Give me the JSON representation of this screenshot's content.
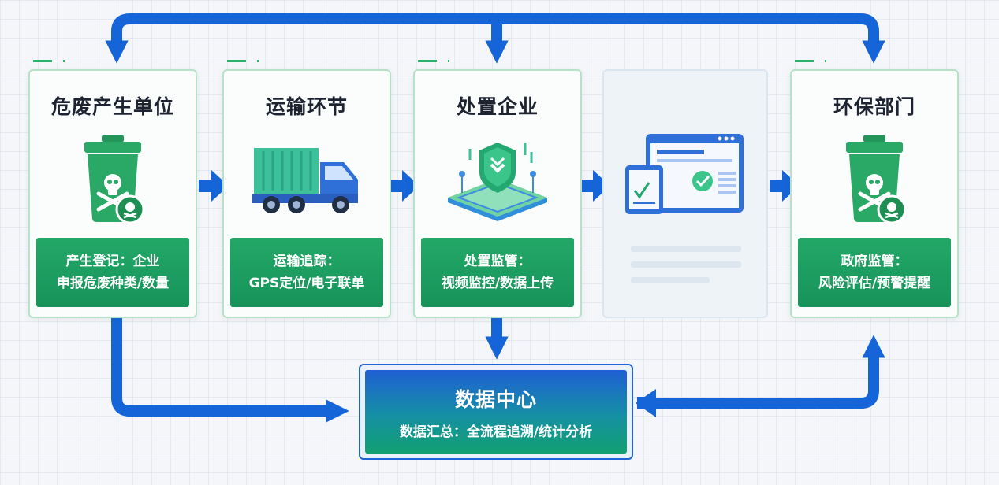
{
  "nodes": {
    "producer": {
      "title": "危废产生单位",
      "line1": "产生登记：企业",
      "line2": "申报危废种类/数量",
      "icon": "hazardous-waste-bin-icon"
    },
    "transport": {
      "title": "运输环节",
      "line1": "运输追踪：",
      "line2": "GPS定位/电子联单",
      "icon": "truck-icon"
    },
    "disposal": {
      "title": "处置企业",
      "line1": "处置监管：",
      "line2": "视频监控/数据上传",
      "icon": "disposal-platform-icon"
    },
    "monitor": {
      "icon": "dashboard-screen-icon"
    },
    "government": {
      "title": "环保部门",
      "line1": "政府监管：",
      "line2": "风险评估/预警提醒",
      "icon": "hazardous-waste-bin-icon"
    }
  },
  "data_center": {
    "title": "数据中心",
    "subtitle": "数据汇总：全流程追溯/统计分析"
  },
  "colors": {
    "arrow_blue": "#1565d8",
    "card_green": "#1d9e62",
    "card_border": "#b7e1c9",
    "bin_green": "#2aa866"
  }
}
